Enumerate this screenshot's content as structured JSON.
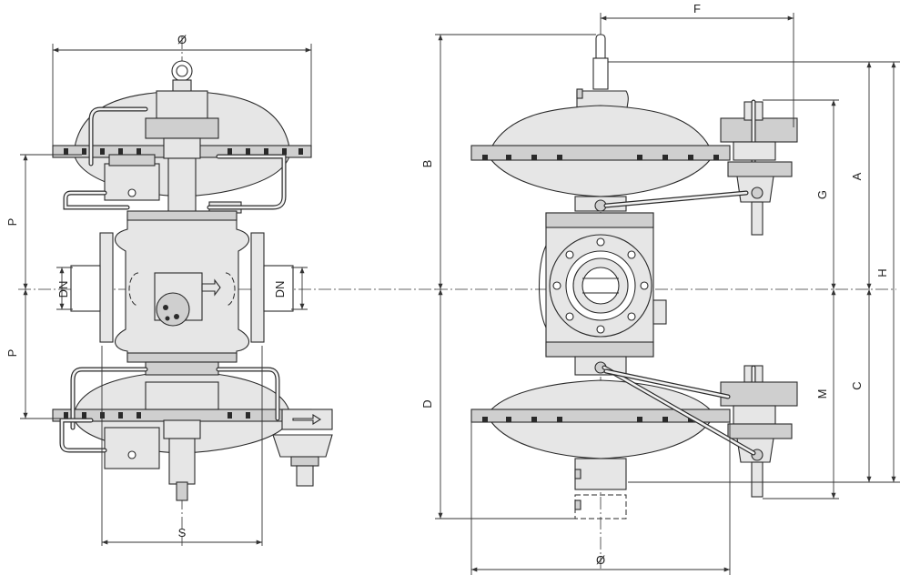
{
  "labels": {
    "front_diameter": "Ø",
    "side_p_upper": "P",
    "side_p_lower": "P",
    "dn_left": "DN",
    "dn_right": "DN",
    "bottom_s": "S",
    "top_f": "F",
    "left_b": "B",
    "left_d": "D",
    "right_a": "A",
    "right_g": "G",
    "right_h": "H",
    "right_c": "C",
    "right_m": "M",
    "bottom_diameter": "Ø"
  },
  "colors": {
    "line": "#2a2a2a",
    "fill": "#e6e6e6"
  }
}
